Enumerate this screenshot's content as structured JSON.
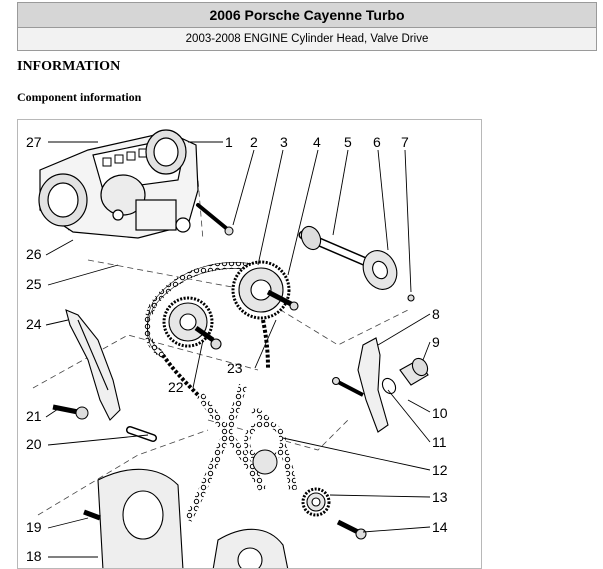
{
  "header": {
    "title": "2006 Porsche Cayenne Turbo",
    "subtitle": "2003-2008 ENGINE Cylinder Head, Valve Drive"
  },
  "section": {
    "heading": "INFORMATION",
    "subheading": "Component information"
  },
  "figure": {
    "callouts": [
      "27",
      "1",
      "2",
      "3",
      "4",
      "5",
      "6",
      "7",
      "26",
      "25",
      "24",
      "8",
      "9",
      "23",
      "22",
      "10",
      "21",
      "11",
      "20",
      "12",
      "13",
      "19",
      "14",
      "18"
    ]
  }
}
